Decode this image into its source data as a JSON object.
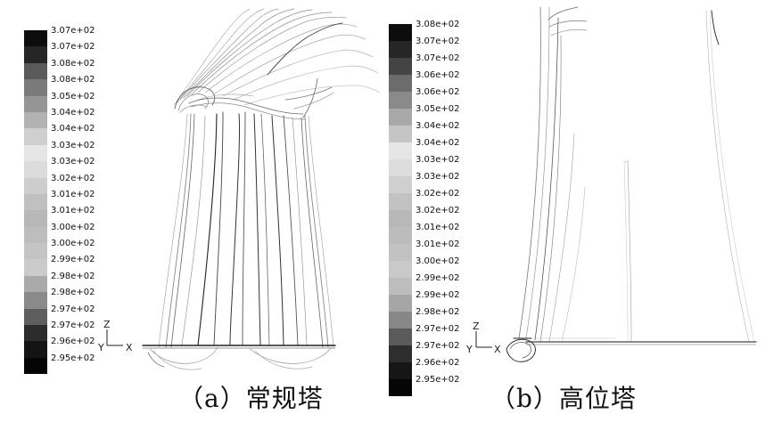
{
  "panels": [
    {
      "caption": "（a）常规塔",
      "legend": [
        {
          "label": "3.07e+02",
          "color": "#0d0d0d"
        },
        {
          "label": "3.07e+02",
          "color": "#262626"
        },
        {
          "label": "3.08e+02",
          "color": "#5a5a5a"
        },
        {
          "label": "3.08e+02",
          "color": "#7a7a7a"
        },
        {
          "label": "3.05e+02",
          "color": "#959595"
        },
        {
          "label": "3.04e+02",
          "color": "#b2b2b2"
        },
        {
          "label": "3.04e+02",
          "color": "#cfcfcf"
        },
        {
          "label": "3.03e+02",
          "color": "#e6e6e6"
        },
        {
          "label": "3.03e+02",
          "color": "#dcdcdc"
        },
        {
          "label": "3.02e+02",
          "color": "#cdcdcd"
        },
        {
          "label": "3.01e+02",
          "color": "#c0c0c0"
        },
        {
          "label": "3.01e+02",
          "color": "#b7b7b7"
        },
        {
          "label": "3.00e+02",
          "color": "#bdbdbd"
        },
        {
          "label": "3.00e+02",
          "color": "#c4c4c4"
        },
        {
          "label": "2.99e+02",
          "color": "#cbcbcb"
        },
        {
          "label": "2.98e+02",
          "color": "#aaaaaa"
        },
        {
          "label": "2.98e+02",
          "color": "#8a8a8a"
        },
        {
          "label": "2.97e+02",
          "color": "#5e5e5e"
        },
        {
          "label": "2.97e+02",
          "color": "#2c2c2c"
        },
        {
          "label": "2.96e+02",
          "color": "#141414"
        },
        {
          "label": "2.95e+02",
          "color": "#050505"
        }
      ],
      "axes": {
        "z": "Z",
        "y": "Y",
        "x": "X"
      }
    },
    {
      "caption": "（b）高位塔",
      "legend": [
        {
          "label": "3.08e+02",
          "color": "#0d0d0d"
        },
        {
          "label": "3.07e+02",
          "color": "#262626"
        },
        {
          "label": "3.07e+02",
          "color": "#444444"
        },
        {
          "label": "3.06e+02",
          "color": "#6c6c6c"
        },
        {
          "label": "3.06e+02",
          "color": "#8a8a8a"
        },
        {
          "label": "3.05e+02",
          "color": "#a8a8a8"
        },
        {
          "label": "3.04e+02",
          "color": "#c5c5c5"
        },
        {
          "label": "3.04e+02",
          "color": "#e6e6e6"
        },
        {
          "label": "3.03e+02",
          "color": "#dddddd"
        },
        {
          "label": "3.03e+02",
          "color": "#cfcfcf"
        },
        {
          "label": "3.02e+02",
          "color": "#c2c2c2"
        },
        {
          "label": "3.02e+02",
          "color": "#b8b8b8"
        },
        {
          "label": "3.01e+02",
          "color": "#bcbcbc"
        },
        {
          "label": "3.01e+02",
          "color": "#c2c2c2"
        },
        {
          "label": "3.00e+02",
          "color": "#c9c9c9"
        },
        {
          "label": "2.99e+02",
          "color": "#bdbdbd"
        },
        {
          "label": "2.99e+02",
          "color": "#a6a6a6"
        },
        {
          "label": "2.98e+02",
          "color": "#878787"
        },
        {
          "label": "2.97e+02",
          "color": "#5a5a5a"
        },
        {
          "label": "2.97e+02",
          "color": "#2e2e2e"
        },
        {
          "label": "2.96e+02",
          "color": "#161616"
        },
        {
          "label": "2.95e+02",
          "color": "#050505"
        }
      ],
      "axes": {
        "z": "Z",
        "y": "Y",
        "x": "X"
      }
    }
  ]
}
